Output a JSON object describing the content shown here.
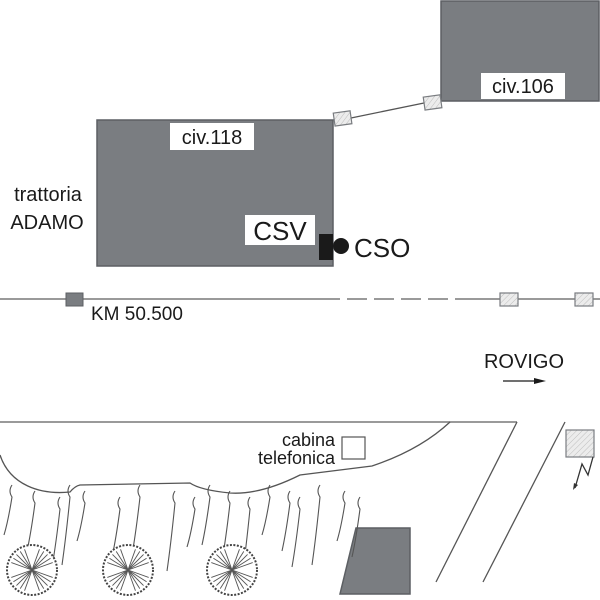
{
  "buildings": {
    "civ118": {
      "label": "civ.118"
    },
    "civ106": {
      "label": "civ.106"
    }
  },
  "labels": {
    "trattoria_line1": "trattoria",
    "trattoria_line2": "ADAMO",
    "csv": "CSV",
    "cso": "CSO",
    "km_marker": "KM 50.500",
    "direction": "ROVIGO",
    "cabina_line1": "cabina",
    "cabina_line2": "telefonica"
  },
  "colors": {
    "building_fill": "#7a7d81",
    "road_line": "#9a9a9a",
    "hatch_fill": "#e6e6e6",
    "text": "#1a1a1a"
  },
  "trees_count": 3
}
